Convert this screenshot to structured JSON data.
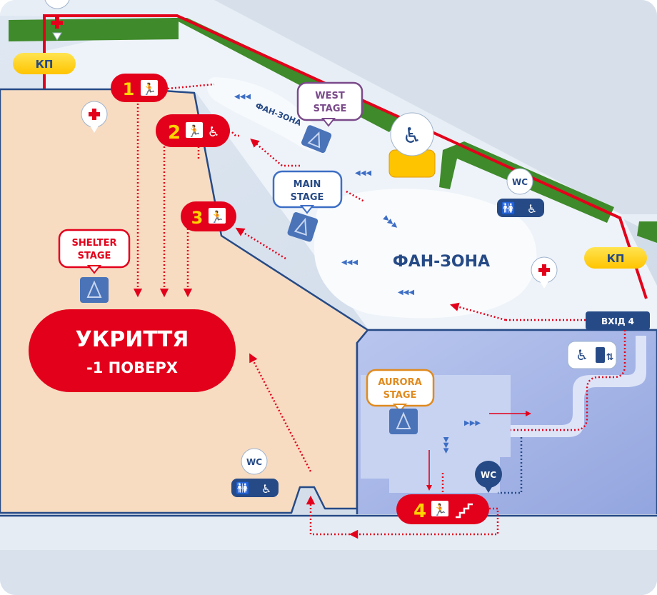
{
  "zones": {
    "fan_zone_main": "ФАН-ЗОНА",
    "fan_zone_upper": "ФАН-ЗОНА"
  },
  "stages": {
    "west": [
      "WEST",
      "STAGE"
    ],
    "main": [
      "MAIN",
      "STAGE"
    ],
    "shelter": [
      "SHELTER",
      "STAGE"
    ],
    "aurora": [
      "AURORA",
      "STAGE"
    ]
  },
  "checkpoints": {
    "left": "КП",
    "right": "КП"
  },
  "entrance": "ВХІД 4",
  "shelter": {
    "line1": "УКРИТТЯ",
    "line2": "-1 ПОВЕРХ"
  },
  "exits": [
    {
      "number": "1"
    },
    {
      "number": "2"
    },
    {
      "number": "3"
    },
    {
      "number": "4"
    }
  ],
  "wc_labels": {
    "top_right": "WC",
    "bottom_left": "WC",
    "aurora": "WC"
  },
  "colors": {
    "red": "#e3001b",
    "yellow": "#ffd400",
    "blue": "#2f5aa6",
    "purple": "#7a4a8a",
    "orange": "#e08a1e",
    "green": "#3f8a2a",
    "sand": "#f7dcc2"
  }
}
